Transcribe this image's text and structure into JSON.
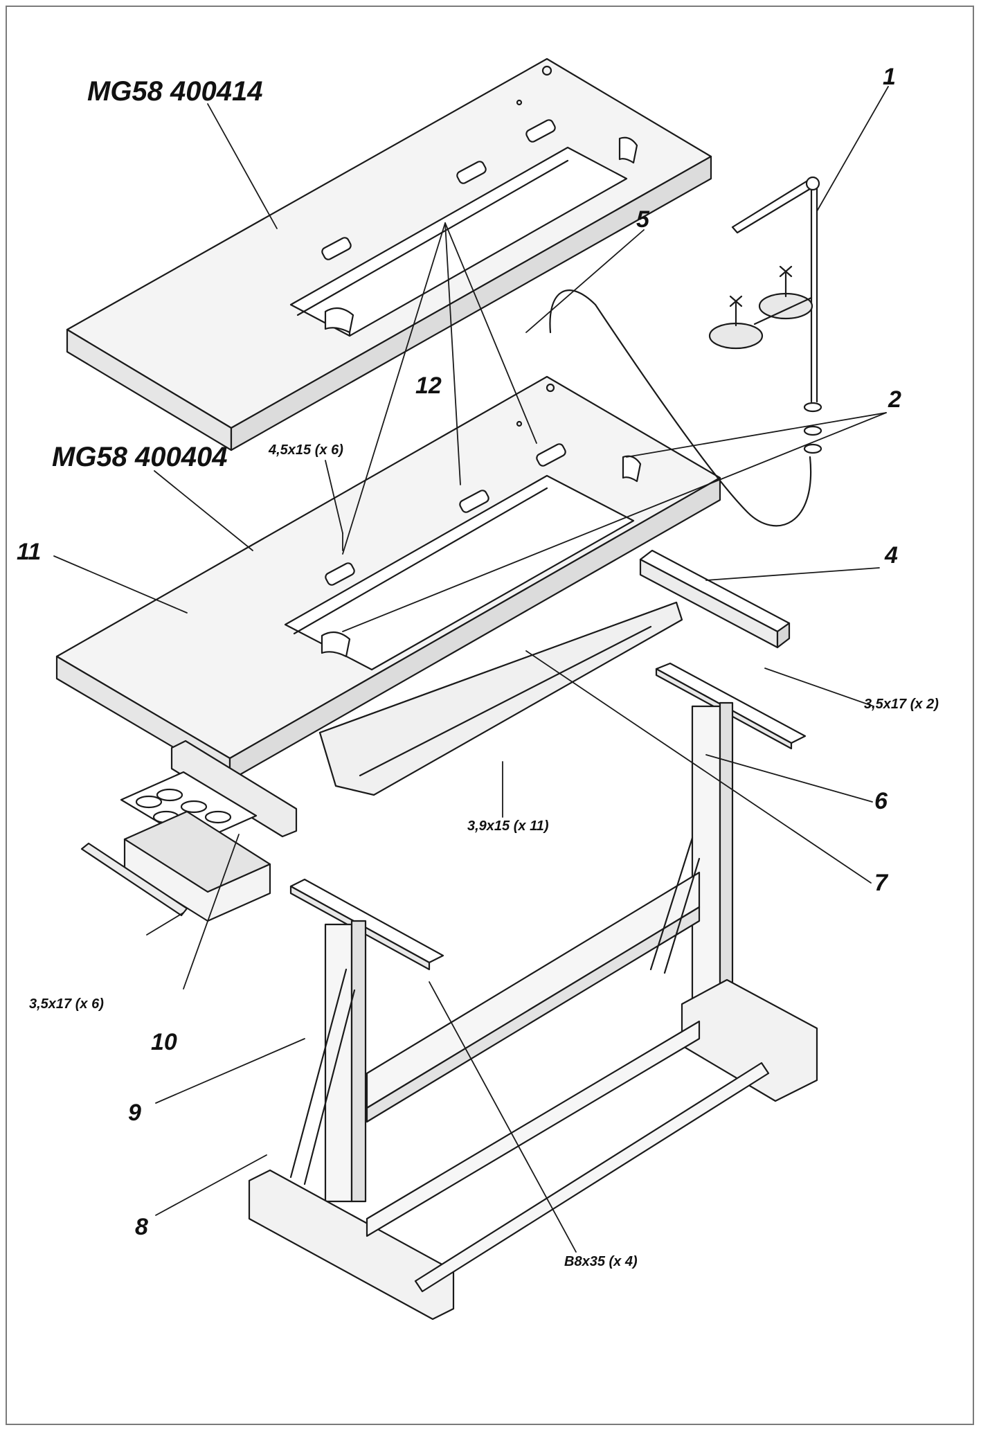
{
  "labels": {
    "top_code": "MG58 400414",
    "mid_code": "MG58 400404",
    "n1": "1",
    "n2": "2",
    "n4": "4",
    "n5": "5",
    "n6": "6",
    "n7": "7",
    "n8": "8",
    "n9": "9",
    "n10": "10",
    "n11": "11",
    "n12": "12",
    "screw_top": "4,5x15 (x 6)",
    "screw_rail": "3,5x17 (x 2)",
    "screw_tray": "3,9x15 (x 11)",
    "screw_drawer": "3,5x17 (x 6)",
    "screw_frame": "B8x35 (x 4)"
  }
}
